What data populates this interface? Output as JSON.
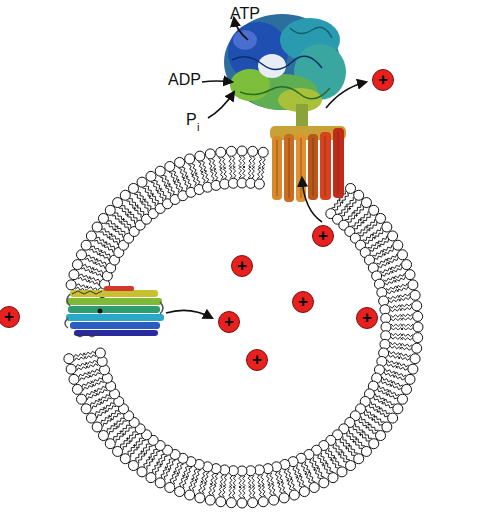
{
  "diagram": {
    "labels": [
      "ATP",
      "ADP",
      "P",
      "i",
      "+",
      "+",
      "+",
      "+",
      "+",
      "+",
      "+",
      "+"
    ]
  }
}
